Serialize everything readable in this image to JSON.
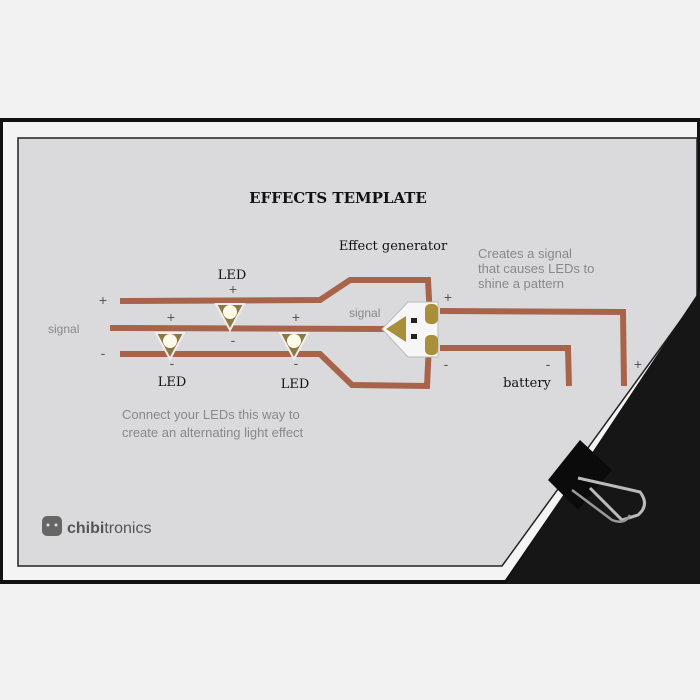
{
  "title": "EFFECTS TEMPLATE",
  "effect_generator_label": "Effect generator",
  "description": [
    "Creates a signal",
    "that causes LEDs to",
    "shine a pattern"
  ],
  "led_label": "LED",
  "signal_label": "signal",
  "plus": "+",
  "minus": "-",
  "battery_label": "battery",
  "instructions": [
    "Connect your LEDs this way to",
    "create an alternating light effect"
  ],
  "brand": {
    "bold": "chibi",
    "light": "tronics"
  },
  "colors": {
    "copper": "#a8644a",
    "paper": "#dcdcde",
    "frame": "#111111",
    "background": "#f2f2f2"
  }
}
